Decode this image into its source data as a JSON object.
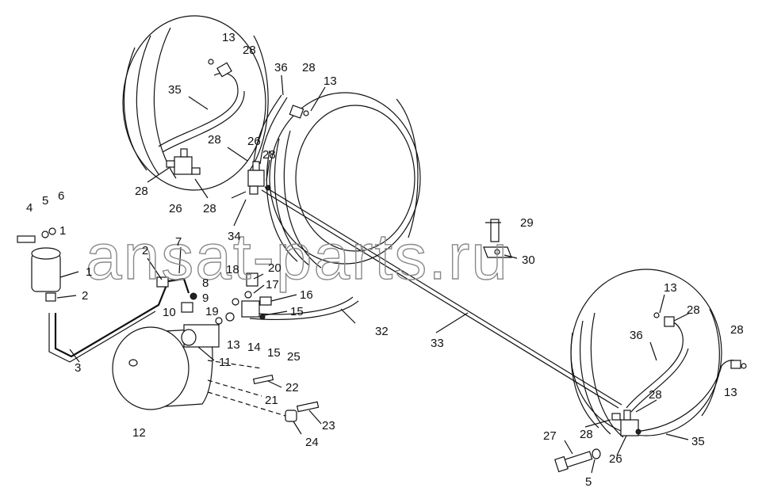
{
  "watermark": "ansat-parts.ru",
  "labels": {
    "c1": "13",
    "c2": "28",
    "c3": "35",
    "c4": "36",
    "c5": "28",
    "c6": "13",
    "c7": "28",
    "c8": "26",
    "c9": "28",
    "c10": "28",
    "c11": "26",
    "c12": "28",
    "c13": "4",
    "c14": "5",
    "c15": "6",
    "c16": "1",
    "c17": "34",
    "c18": "29",
    "c19": "2",
    "c20": "7",
    "c21": "30",
    "c22": "1",
    "c23": "18",
    "c24": "20",
    "c25": "8",
    "c26": "17",
    "c27": "2",
    "c28": "9",
    "c29": "16",
    "c30": "19",
    "c31": "10",
    "c32": "15",
    "c33": "32",
    "c34": "13",
    "c35": "14",
    "c36": "15",
    "c37": "25",
    "c38": "33",
    "c39": "3",
    "c40": "11",
    "c41": "13",
    "c42": "28",
    "c43": "36",
    "c44": "28",
    "c45": "22",
    "c46": "21",
    "c47": "13",
    "c48": "12",
    "c49": "23",
    "c50": "24",
    "c51": "28",
    "c52": "27",
    "c53": "28",
    "c54": "35",
    "c55": "26",
    "c56": "5"
  }
}
